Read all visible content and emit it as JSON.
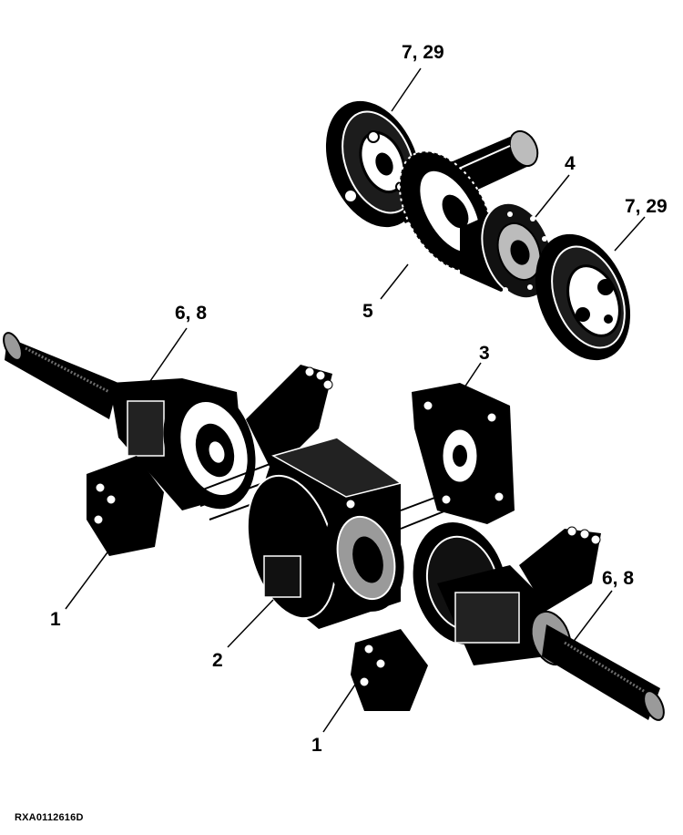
{
  "callouts": {
    "c_7_29_top": "7, 29",
    "c_4": "4",
    "c_7_29_right": "7, 29",
    "c_5": "5",
    "c_6_8_left": "6, 8",
    "c_3": "3",
    "c_1_left": "1",
    "c_2": "2",
    "c_6_8_right": "6, 8",
    "c_1_bottom": "1"
  },
  "figure_id": "RXA0112616D",
  "colors": {
    "ink": "#000000",
    "paper": "#ffffff",
    "mid": "#9a9a9a",
    "light": "#d8d8d8"
  }
}
